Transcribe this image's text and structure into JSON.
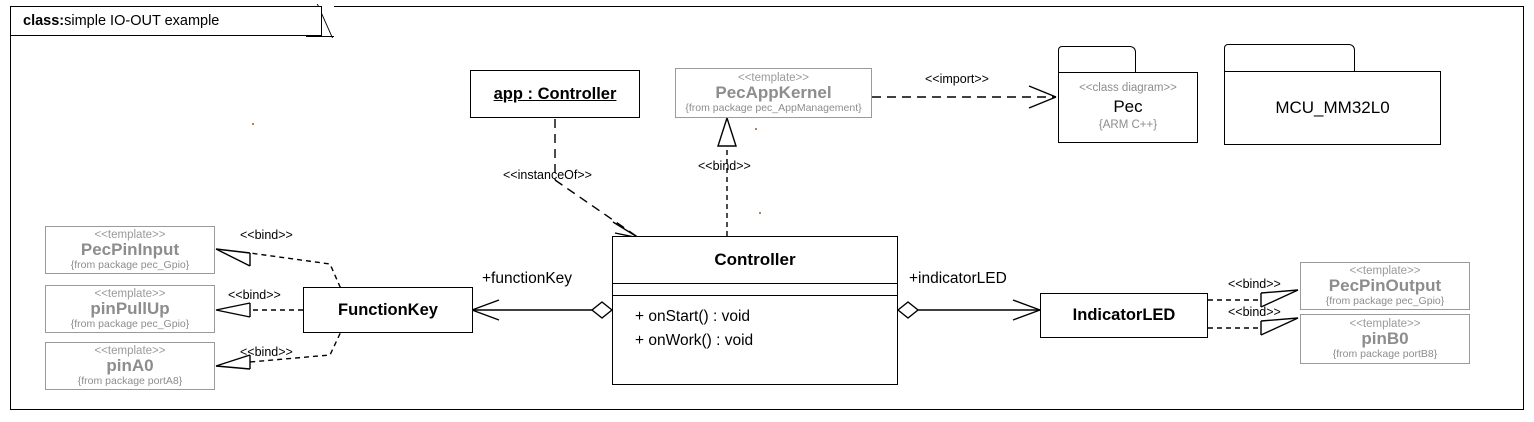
{
  "frame": {
    "keyword": "class:",
    "title": "simple IO-OUT example"
  },
  "nodes": {
    "app_object": {
      "name": "app : Controller"
    },
    "pec_app_kernel": {
      "stereotype": "<<template>>",
      "name": "PecAppKernel",
      "from": "{from package pec_AppManagement}"
    },
    "pec_package": {
      "stereotype": "<<class diagram>>",
      "name": "Pec",
      "note": "{ARM C++}"
    },
    "mcu_package": {
      "name": "MCU_MM32L0"
    },
    "controller": {
      "name": "Controller",
      "attributes": [],
      "operations": [
        "+ onStart() : void",
        "+ onWork() : void"
      ]
    },
    "function_key": {
      "name": "FunctionKey"
    },
    "indicator_led": {
      "name": "IndicatorLED"
    },
    "pec_pin_input": {
      "stereotype": "<<template>>",
      "name": "PecPinInput",
      "from": "{from package pec_Gpio}"
    },
    "pin_pull_up": {
      "stereotype": "<<template>>",
      "name": "pinPullUp",
      "from": "{from package pec_Gpio}"
    },
    "pin_a0": {
      "stereotype": "<<template>>",
      "name": "pinA0",
      "from": "{from package portA8}"
    },
    "pec_pin_output": {
      "stereotype": "<<template>>",
      "name": "PecPinOutput",
      "from": "{from package pec_Gpio}"
    },
    "pin_b0": {
      "stereotype": "<<template>>",
      "name": "pinB0",
      "from": "{from package portB8}"
    }
  },
  "edges": {
    "instance_of": {
      "label": "<<instanceOf>>",
      "from": "app_object",
      "to": "controller"
    },
    "bind_kernel": {
      "label": "<<bind>>",
      "from": "controller",
      "to": "pec_app_kernel"
    },
    "import_pec": {
      "label": "<<import>>",
      "from": "pec_app_kernel",
      "to": "pec_package"
    },
    "assoc_function_key": {
      "label": "+functionKey",
      "from": "controller",
      "to": "function_key"
    },
    "assoc_indicator_led": {
      "label": "+indicatorLED",
      "from": "controller",
      "to": "indicator_led"
    },
    "bind_pec_pin_input": {
      "label": "<<bind>>",
      "from": "function_key",
      "to": "pec_pin_input"
    },
    "bind_pin_pull_up": {
      "label": "<<bind>>",
      "from": "function_key",
      "to": "pin_pull_up"
    },
    "bind_pin_a0": {
      "label": "<<bind>>",
      "from": "function_key",
      "to": "pin_a0"
    },
    "bind_pec_pin_output": {
      "label": "<<bind>>",
      "from": "indicator_led",
      "to": "pec_pin_output"
    },
    "bind_pin_b0": {
      "label": "<<bind>>",
      "from": "indicator_led",
      "to": "pin_b0"
    }
  },
  "colors": {
    "line": "#000000",
    "template_text": "#8d8d8d",
    "background": "#ffffff"
  }
}
